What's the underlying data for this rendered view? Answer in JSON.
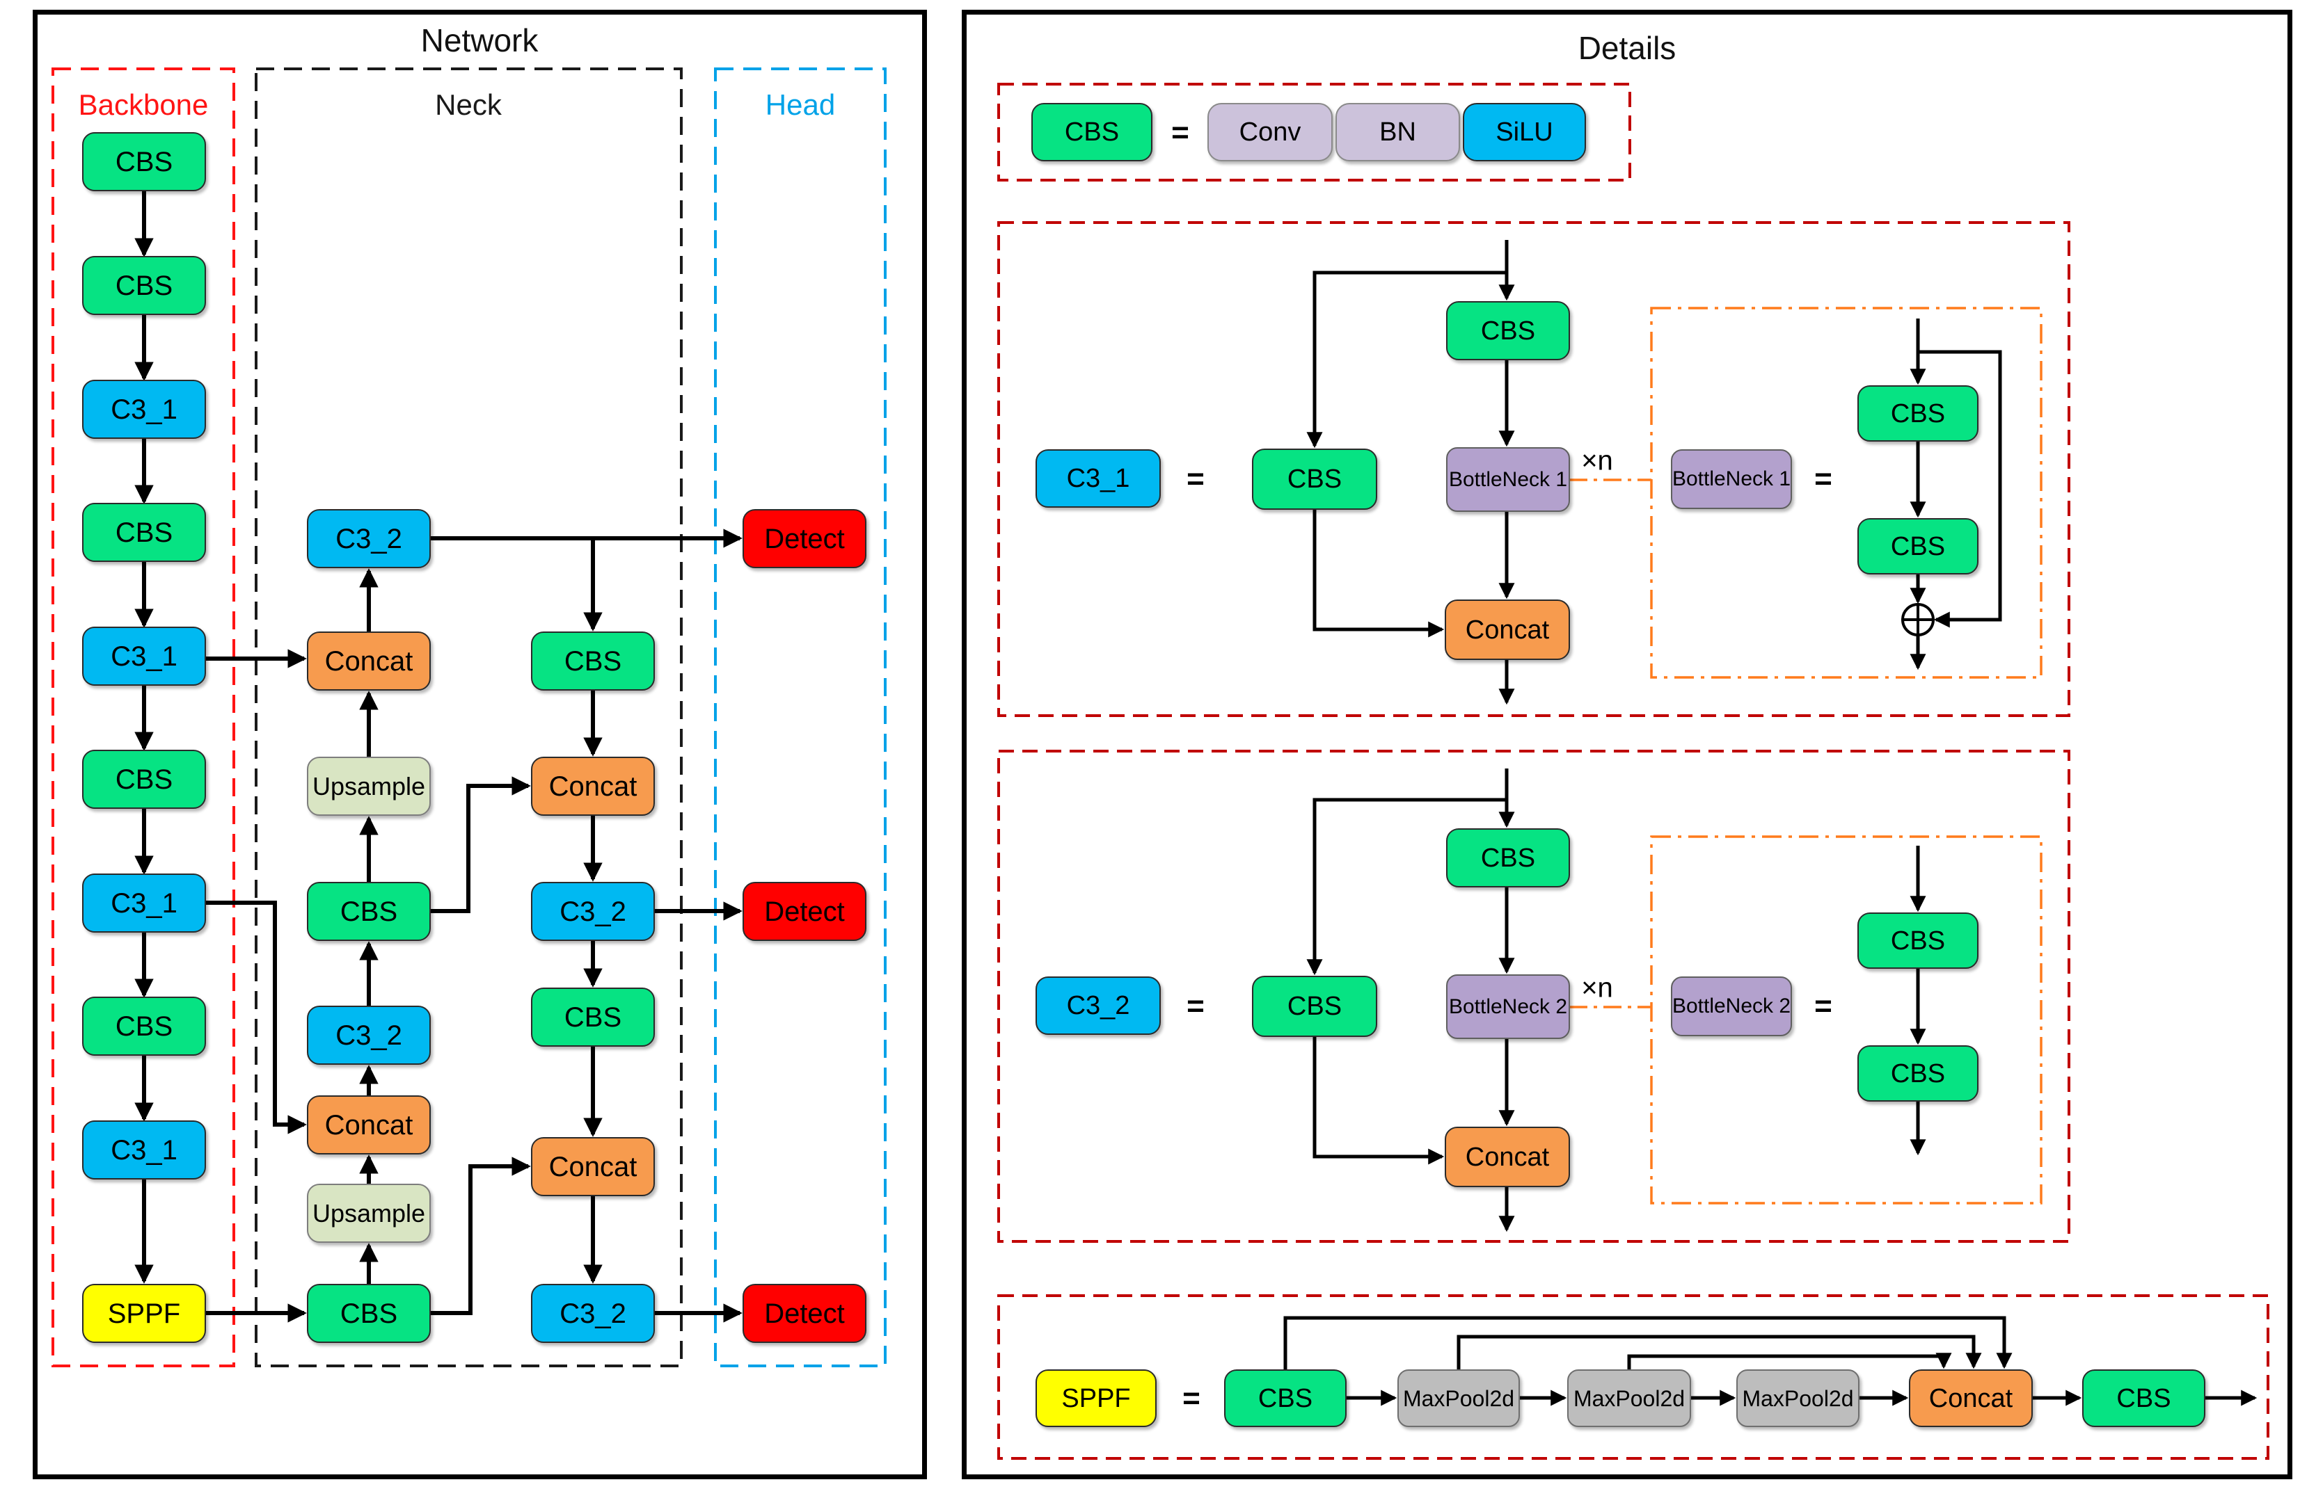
{
  "network": {
    "title": "Network",
    "backbone_label": "Backbone",
    "neck_label": "Neck",
    "head_label": "Head",
    "backbone_nodes": [
      "CBS",
      "CBS",
      "C3_1",
      "CBS",
      "C3_1",
      "CBS",
      "C3_1",
      "CBS",
      "C3_1",
      "SPPF"
    ],
    "neck_col1_nodes": [
      "C3_2",
      "Concat",
      "Upsample",
      "CBS",
      "C3_2",
      "Concat",
      "Upsample",
      "CBS"
    ],
    "neck_col2_nodes": [
      "CBS",
      "Concat",
      "C3_2",
      "CBS",
      "Concat",
      "C3_2"
    ],
    "head_nodes": [
      "Detect",
      "Detect",
      "Detect"
    ]
  },
  "details": {
    "title": "Details",
    "cbs_def": {
      "lhs": "CBS",
      "eq": "=",
      "conv": "Conv",
      "bn": "BN",
      "silu": "SiLU"
    },
    "c31_def": {
      "lhs": "C3_1",
      "eq": "=",
      "cbs_left": "CBS",
      "cbs_top": "CBS",
      "bottleneck": "BottleNeck 1",
      "repeat": "×n",
      "concat": "Concat"
    },
    "bn1_def": {
      "lhs": "BottleNeck 1",
      "eq": "=",
      "cbs_top": "CBS",
      "cbs_bottom": "CBS"
    },
    "c32_def": {
      "lhs": "C3_2",
      "eq": "=",
      "cbs_left": "CBS",
      "cbs_top": "CBS",
      "bottleneck": "BottleNeck 2",
      "repeat": "×n",
      "concat": "Concat"
    },
    "bn2_def": {
      "lhs": "BottleNeck 2",
      "eq": "=",
      "cbs_top": "CBS",
      "cbs_bottom": "CBS"
    },
    "sppf_def": {
      "lhs": "SPPF",
      "eq": "=",
      "cbs_in": "CBS",
      "maxpool1": "MaxPool2d",
      "maxpool2": "MaxPool2d",
      "maxpool3": "MaxPool2d",
      "concat": "Concat",
      "cbs_out": "CBS"
    }
  },
  "colors": {
    "cbs_green": "#06E383",
    "c3_blue": "#00B9F2",
    "concat_orange": "#F79B4E",
    "upsample_sage": "#D9E5C3",
    "sppf_yellow": "#FFFF00",
    "detect_red": "#FF0000",
    "conv_bn_lavender": "#CCC2DB",
    "silu_cyan": "#00B9F2",
    "bottleneck_purple": "#B3A1CD",
    "maxpool_gray": "#BDBDBD",
    "backbone_outline_red": "#FF1414",
    "neck_outline_black": "#1A1A1A",
    "head_outline_blue": "#00A2E8",
    "details_outline_darkred": "#C00000",
    "bottleneck_outline_orange": "#FF7B1C"
  }
}
